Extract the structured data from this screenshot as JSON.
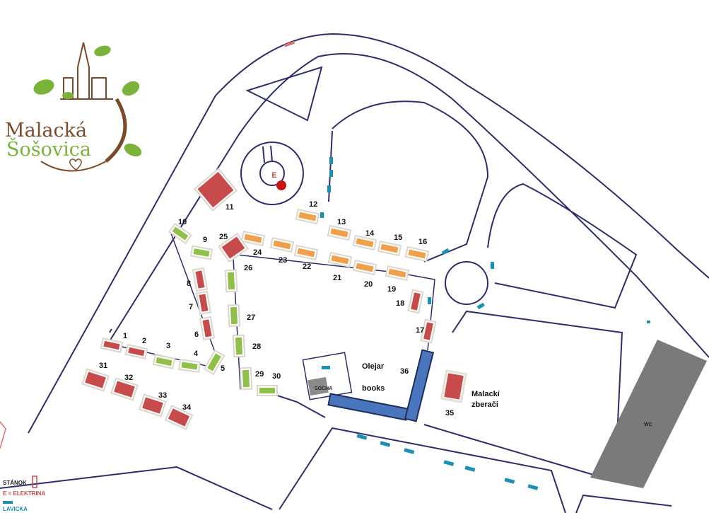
{
  "logo": {
    "line1": "Malacká",
    "line2": "Šošovica",
    "color1": "#7a4b2b",
    "color2": "#7bb33a"
  },
  "landmarks": {
    "electricity_marker": "E",
    "statue": "SOCHA",
    "wc": "WC",
    "book_stand_line1": "Olejar",
    "book_stand_line2": "books",
    "collectors_line1": "Malackí",
    "collectors_line2": "zberači",
    "number_36": "36",
    "number_35": "35"
  },
  "legend": {
    "stall": "STÁNOK",
    "electricity": "E = ELEKTRINA",
    "bench": "LAVICKA"
  },
  "colors": {
    "road": "#2d2d6e",
    "stall_red": "#c84b4b",
    "stall_green": "#8ec04a",
    "stall_orange": "#f0a04a",
    "bench": "#1b8fb5",
    "book_stand": "#4a76c0",
    "wc_area": "#7a7a7a"
  },
  "stalls": [
    {
      "id": "1",
      "color": "red"
    },
    {
      "id": "2",
      "color": "red"
    },
    {
      "id": "3",
      "color": "green"
    },
    {
      "id": "4",
      "color": "green"
    },
    {
      "id": "5",
      "color": "green"
    },
    {
      "id": "6",
      "color": "red"
    },
    {
      "id": "7",
      "color": "red"
    },
    {
      "id": "8",
      "color": "red"
    },
    {
      "id": "9",
      "color": "green"
    },
    {
      "id": "10",
      "color": "green"
    },
    {
      "id": "11",
      "color": "red"
    },
    {
      "id": "12",
      "color": "orange"
    },
    {
      "id": "13",
      "color": "orange"
    },
    {
      "id": "14",
      "color": "orange"
    },
    {
      "id": "15",
      "color": "orange"
    },
    {
      "id": "16",
      "color": "orange"
    },
    {
      "id": "17",
      "color": "red"
    },
    {
      "id": "18",
      "color": "red"
    },
    {
      "id": "19",
      "color": "orange"
    },
    {
      "id": "20",
      "color": "orange"
    },
    {
      "id": "21",
      "color": "orange"
    },
    {
      "id": "22",
      "color": "orange"
    },
    {
      "id": "23",
      "color": "orange"
    },
    {
      "id": "24",
      "color": "orange"
    },
    {
      "id": "25",
      "color": "red"
    },
    {
      "id": "26",
      "color": "green"
    },
    {
      "id": "27",
      "color": "green"
    },
    {
      "id": "28",
      "color": "green"
    },
    {
      "id": "29",
      "color": "green"
    },
    {
      "id": "30",
      "color": "green"
    },
    {
      "id": "31",
      "color": "red"
    },
    {
      "id": "32",
      "color": "red"
    },
    {
      "id": "33",
      "color": "red"
    },
    {
      "id": "34",
      "color": "red"
    }
  ]
}
